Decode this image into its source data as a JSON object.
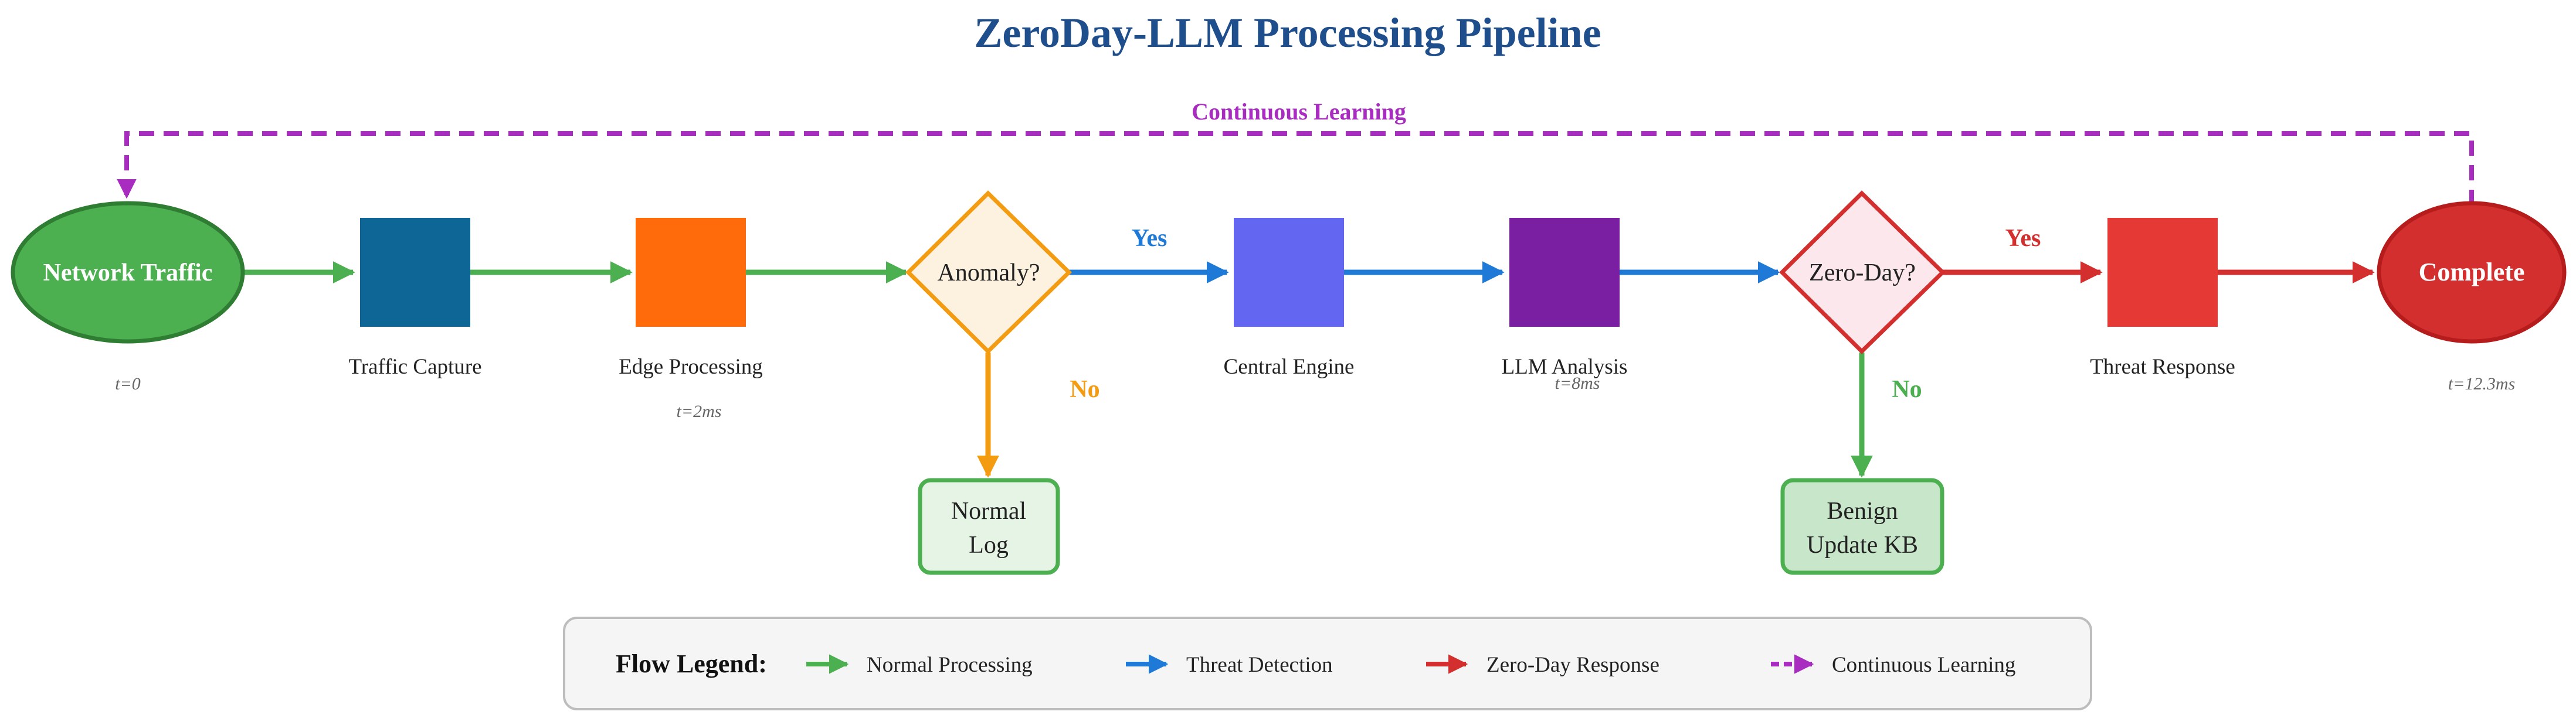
{
  "title": "ZeroDay-LLM Processing Pipeline",
  "feedback_label": "Continuous Learning",
  "nodes": {
    "network_traffic": "Network Traffic",
    "traffic_capture": "Traffic Capture",
    "edge_processing": "Edge Processing",
    "anomaly": "Anomaly?",
    "central_engine": "Central Engine",
    "llm_analysis": "LLM Analysis",
    "zero_day": "Zero-Day?",
    "threat_response": "Threat Response",
    "complete": "Complete",
    "normal_log_line1": "Normal",
    "normal_log_line2": "Log",
    "benign_line1": "Benign",
    "benign_line2": "Update KB"
  },
  "branch_labels": {
    "anomaly_yes": "Yes",
    "anomaly_no": "No",
    "zero_day_yes": "Yes",
    "zero_day_no": "No"
  },
  "timings": {
    "t_start": "t=0",
    "t_edge": "t=2ms",
    "t_llm": "t=8ms",
    "t_end": "t=12.3ms"
  },
  "legend": {
    "title": "Flow Legend:",
    "items": [
      {
        "label": "Normal Processing",
        "color": "#4caf50",
        "style": "solid"
      },
      {
        "label": "Threat Detection",
        "color": "#1e7ad6",
        "style": "solid"
      },
      {
        "label": "Zero-Day Response",
        "color": "#d32f2f",
        "style": "solid"
      },
      {
        "label": "Continuous Learning",
        "color": "#a82cc0",
        "style": "dashed"
      }
    ]
  },
  "colors": {
    "title": "#1f4e8c",
    "normal_flow": "#4caf50",
    "threat_flow": "#1e7ad6",
    "zero_day_flow": "#d32f2f",
    "learning_flow": "#a82cc0",
    "no_anomaly_flow": "#f39c12",
    "no_zero_day_flow": "#4caf50",
    "traffic_capture": "#0d6695",
    "edge_processing": "#ff6a0a",
    "central_engine": "#6366f1",
    "llm_analysis": "#7b1fa2",
    "threat_response": "#e53935"
  }
}
